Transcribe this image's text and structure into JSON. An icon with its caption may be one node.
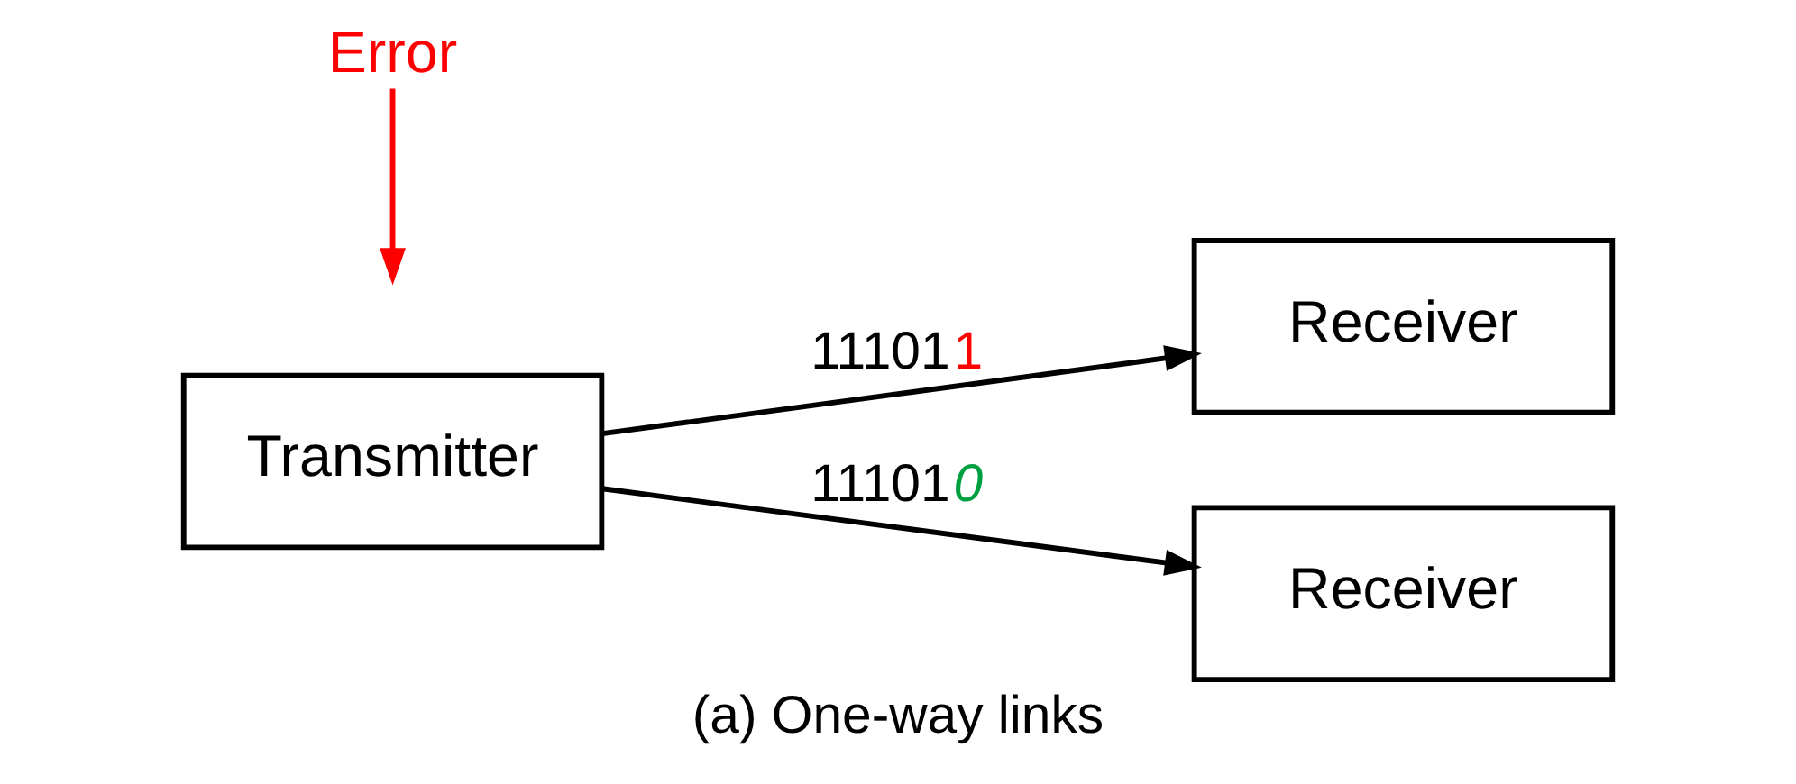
{
  "diagram": {
    "caption": "(a) One-way links",
    "nodes": [
      {
        "text": [
          "Transmitter"
        ]
      },
      {
        "text": [
          "Receiver"
        ]
      },
      {
        "text": [
          "Receiver"
        ]
      },
      {
        "text": [
          "Error"
        ]
      }
    ],
    "edges": [
      {
        "from": 0,
        "to": 1,
        "arrow": "to",
        "label": "111011"
      },
      {
        "from": 0,
        "to": 2,
        "arrow": "to",
        "label": "111010"
      },
      {
        "from": 3,
        "to": null,
        "arrow": "to",
        "color": "#ff0000"
      }
    ]
  }
}
